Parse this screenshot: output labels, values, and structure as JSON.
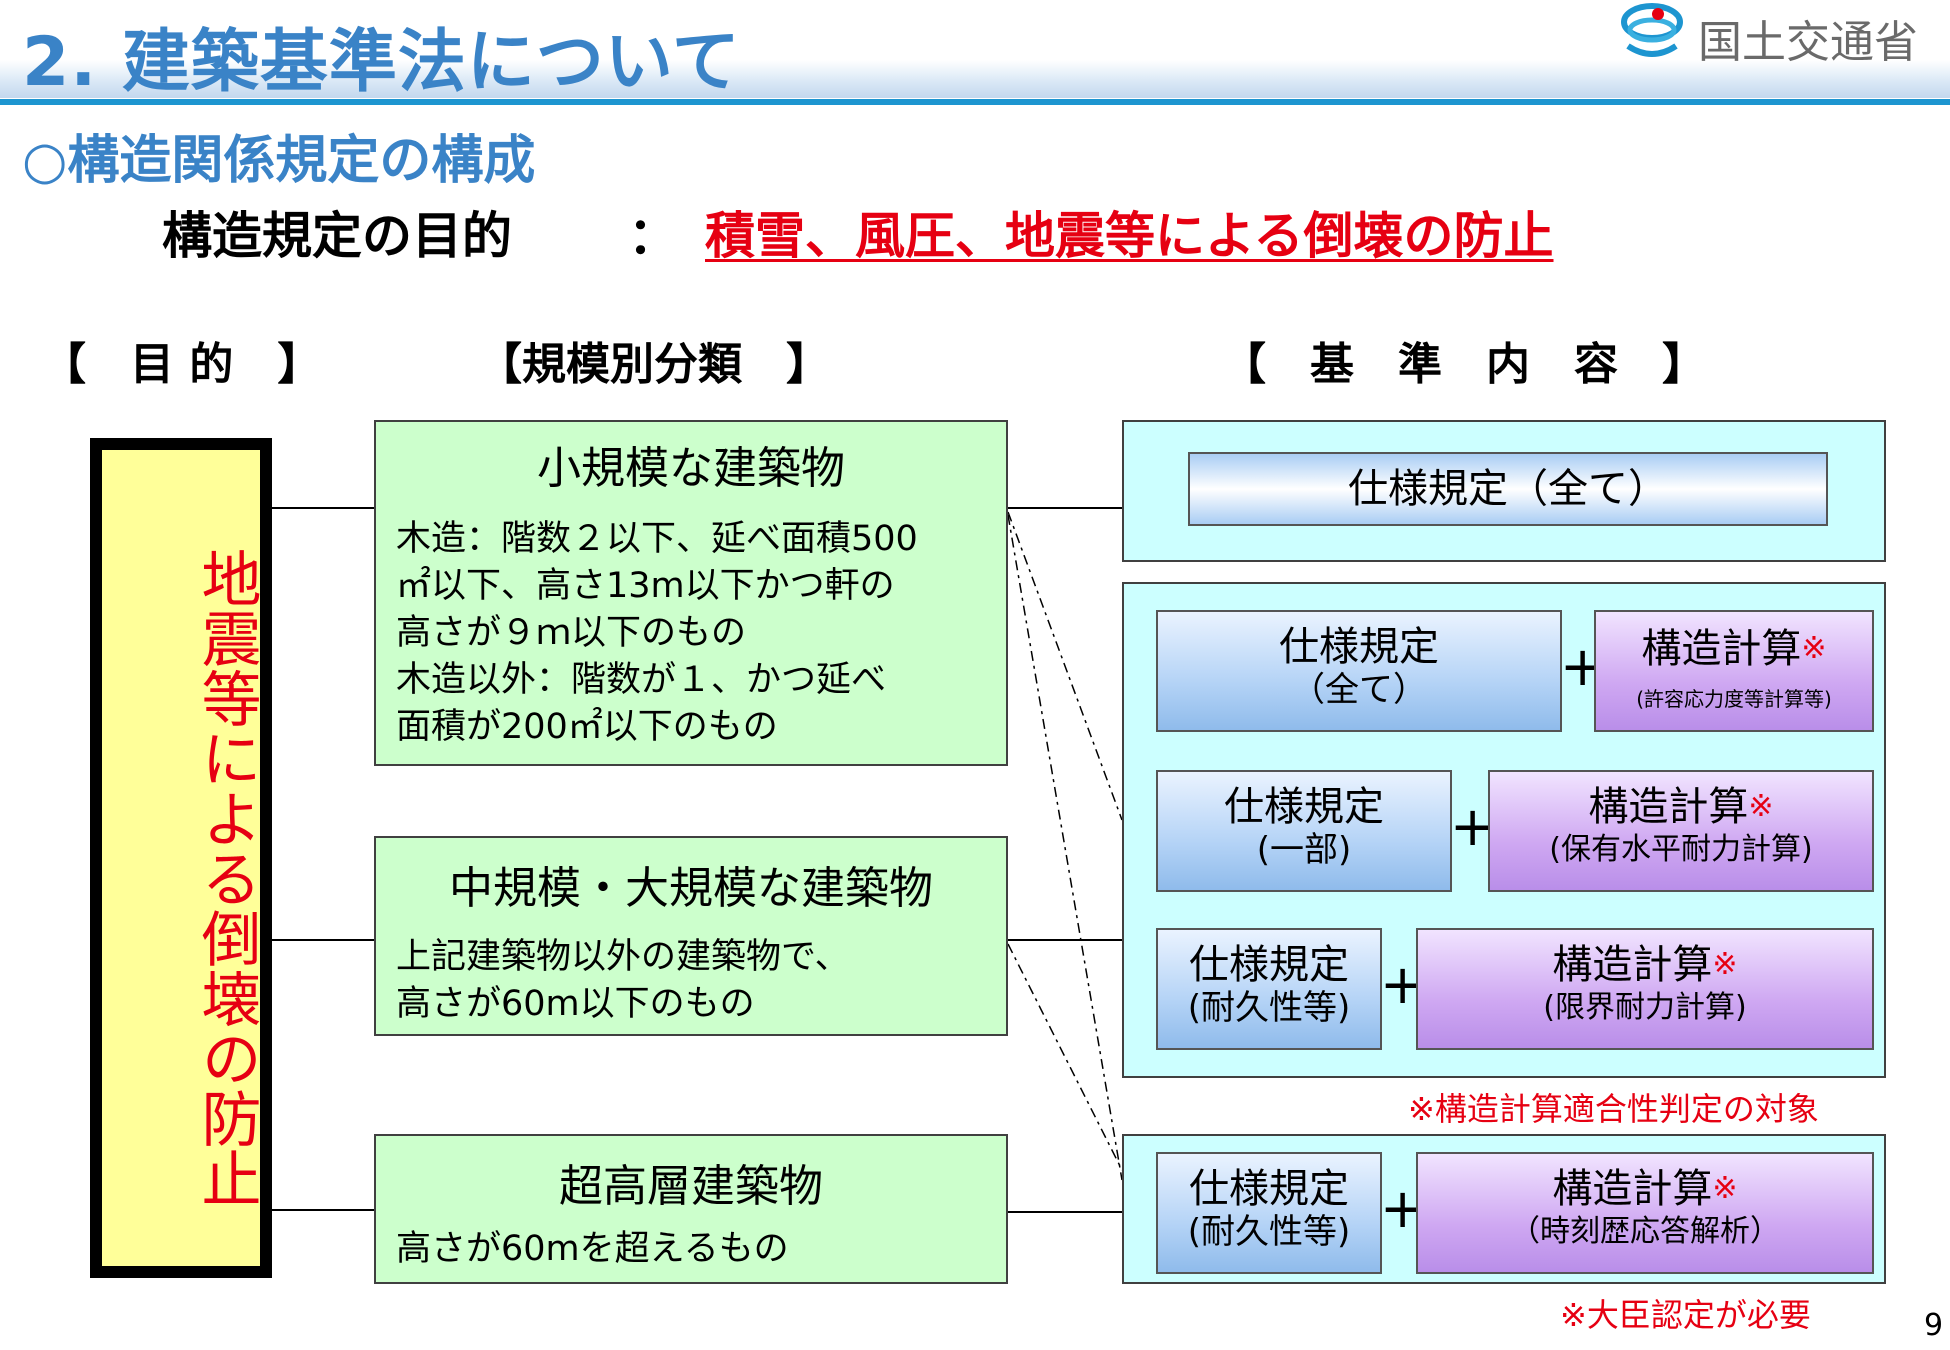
{
  "header": {
    "title": "2. 建築基準法について",
    "logo_text": "国土交通省",
    "logo_icon": "mlit-logo-icon"
  },
  "subtitle": "○構造関係規定の構成",
  "purpose": {
    "label": "構造規定の目的",
    "colon": "：",
    "value": "積雪、風圧、地震等による倒壊の防止"
  },
  "columns": {
    "goal": "【　目 的　】",
    "classification": "【規模別分類　】",
    "criteria": "【　基　準　内　容　】"
  },
  "goal_box": {
    "text": "地震等による倒壊の防止"
  },
  "categories": [
    {
      "title": "小規模な建築物",
      "desc": "木造：階数２以下、延べ面積500\n㎡以下、高さ13m以下かつ軒の\n高さが９ｍ以下のもの\n木造以外：階数が１、かつ延べ\n面積が200㎡以下のもの"
    },
    {
      "title": "中規模・大規模な建築物",
      "desc": "上記建築物以外の建築物で、\n高さが60m以下のもの"
    },
    {
      "title": "超高層建築物",
      "desc": "高さが60mを超えるもの"
    }
  ],
  "criteria": {
    "group1": {
      "spec": "仕様規定（全て）"
    },
    "group2": {
      "rows": [
        {
          "spec_main": "仕様規定",
          "spec_sub": "（全て）",
          "calc_main": "構造計算",
          "calc_mark": "※",
          "calc_sub": "(許容応力度等計算等)"
        },
        {
          "spec_main": "仕様規定",
          "spec_sub": "(一部)",
          "calc_main": "構造計算",
          "calc_mark": "※",
          "calc_sub": "(保有水平耐力計算)"
        },
        {
          "spec_main": "仕様規定",
          "spec_sub": "(耐久性等)",
          "calc_main": "構造計算",
          "calc_mark": "※",
          "calc_sub": "(限界耐力計算)"
        }
      ],
      "note": "※構造計算適合性判定の対象"
    },
    "group3": {
      "spec_main": "仕様規定",
      "spec_sub": "(耐久性等)",
      "calc_main": "構造計算",
      "calc_mark": "※",
      "calc_sub": "（時刻歴応答解析）",
      "note": "※大臣認定が必要"
    },
    "plus": "+"
  },
  "page_number": "9",
  "colors": {
    "title_blue": "#3a83c7",
    "accent_red": "#e60012",
    "goal_yellow": "#ffff99",
    "category_green": "#ccffcc",
    "group_cyan": "#ccffff"
  }
}
